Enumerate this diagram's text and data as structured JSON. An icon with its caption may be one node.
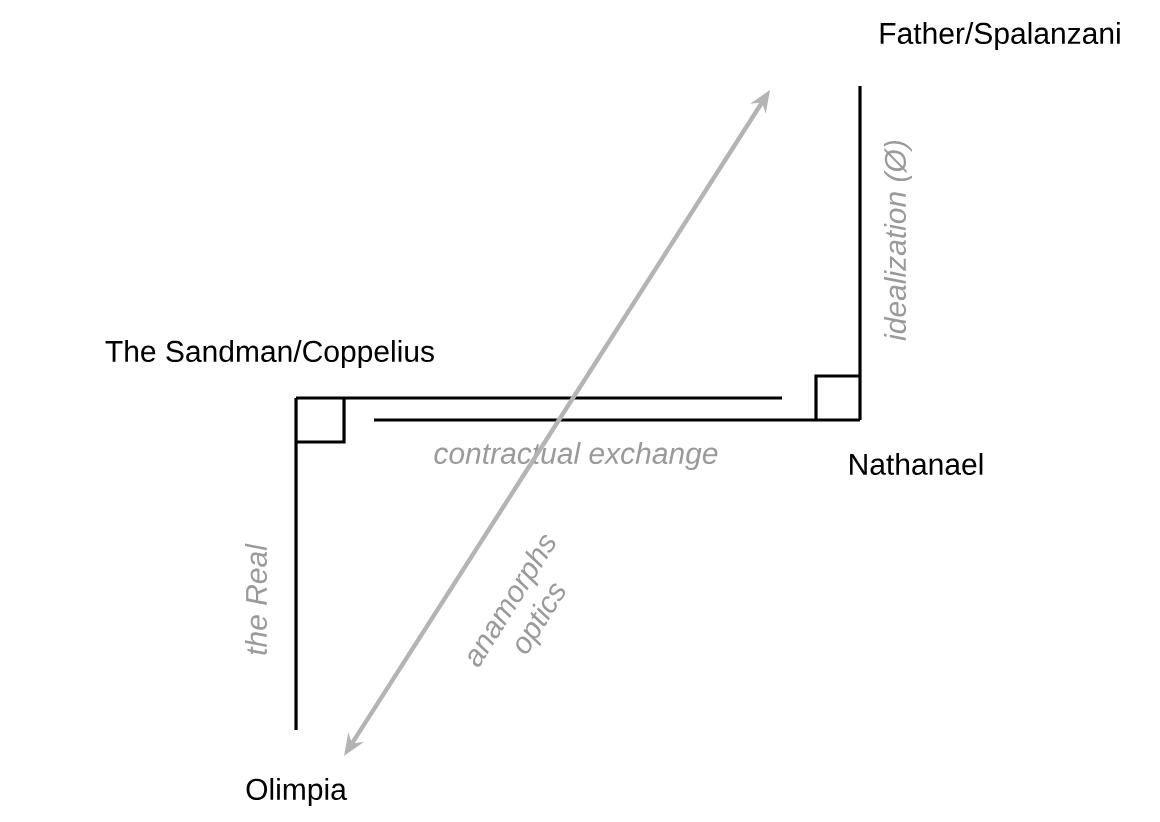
{
  "diagram": {
    "nodes": [
      {
        "text": [
          "Father/Spalanzani"
        ]
      },
      {
        "text": [
          "The Sandman/Coppelius"
        ]
      },
      {
        "text": [
          "Nathanael"
        ]
      },
      {
        "text": [
          "Olimpia"
        ]
      }
    ],
    "edges": [
      {
        "from": 1,
        "to": 3,
        "arrow": "none",
        "label": "the Real"
      },
      {
        "from": 0,
        "to": 2,
        "arrow": "none",
        "label": "idealization (Ø)"
      },
      {
        "from": 1,
        "to": 2,
        "arrow": "none"
      },
      {
        "from": 2,
        "to": 1,
        "arrow": "none",
        "label": "contractual exchange"
      },
      {
        "from": 3,
        "to": 0,
        "arrow": "both",
        "label": "anamorphs optics",
        "color": "#b4b4b4"
      }
    ]
  }
}
